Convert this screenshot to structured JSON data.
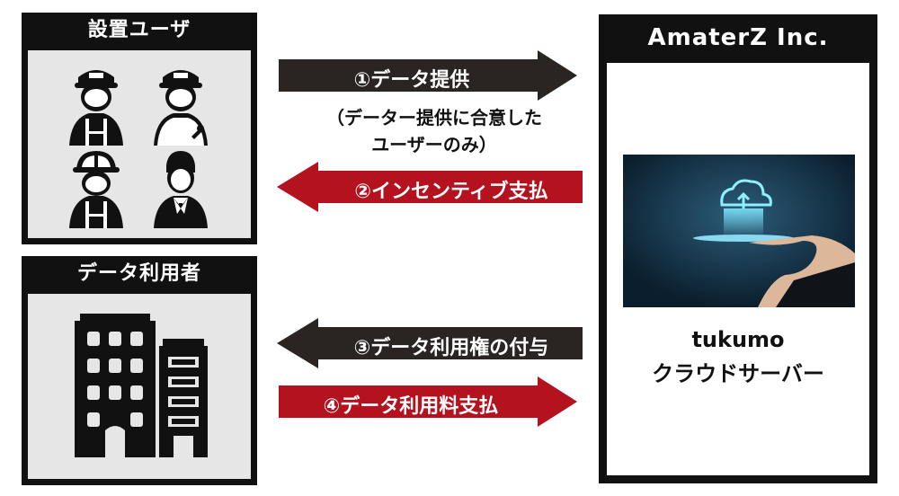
{
  "left_boxes": {
    "users_title": "設置ユーザ",
    "consumers_title": "データ利用者"
  },
  "company": {
    "name": "AmaterZ Inc.",
    "service_name": "tukumo",
    "service_sub": "クラウドサーバー"
  },
  "flows": {
    "step1": "①データ提供",
    "step1_note_line1": "（データー提供に合意した",
    "step1_note_line2": "ユーザーのみ）",
    "step2": "②インセンティブ支払",
    "step3": "③データ利用権の付与",
    "step4": "④データ利用料支払"
  },
  "colors": {
    "dark_arrow": "#2a2422",
    "red_arrow": "#b3121e",
    "box_border": "#111111",
    "box_fill": "#e6e6e6",
    "cloud_bg": "#0f2a3e"
  },
  "icons": {
    "worker_cap": "worker-cap-icon",
    "worker_wrench": "worker-wrench-icon",
    "worker_helmet": "worker-helmet-icon",
    "businessman": "businessman-icon",
    "building": "building-icon",
    "cloud": "cloud-upload-icon"
  }
}
